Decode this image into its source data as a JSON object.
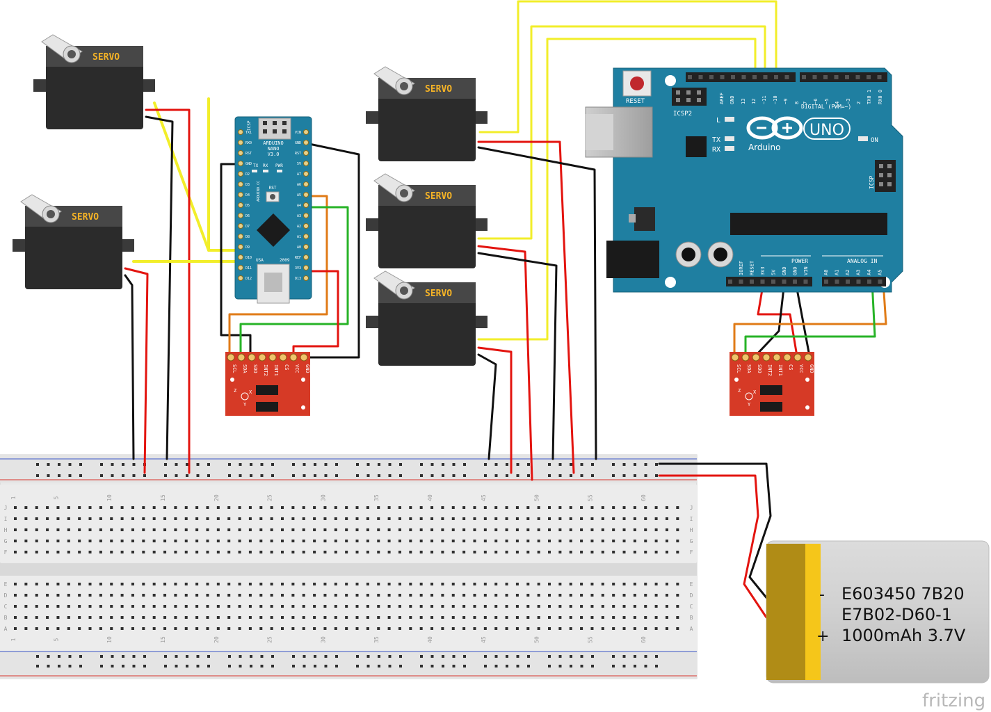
{
  "servo_label": "SERVO",
  "servos": [
    {
      "id": "servo-1"
    },
    {
      "id": "servo-2"
    },
    {
      "id": "servo-3"
    },
    {
      "id": "servo-4"
    },
    {
      "id": "servo-5"
    }
  ],
  "nano": {
    "name": "ARDUINO",
    "model": "NANO",
    "version": "V3.0",
    "icsp": "ICSP",
    "rst": "RST",
    "usa": "USA",
    "year": "2009",
    "brand": "ARDUINO.CC",
    "leds": [
      "TX",
      "RX",
      "PWR"
    ],
    "left_pins": [
      "TX1",
      "RX0",
      "RST",
      "GND",
      "D2",
      "D3",
      "D4",
      "D5",
      "D6",
      "D7",
      "D8",
      "D9",
      "D10",
      "D11",
      "D12"
    ],
    "right_pins": [
      "VIN",
      "GND",
      "RST",
      "5V",
      "A7",
      "A6",
      "A5",
      "A4",
      "A3",
      "A2",
      "A1",
      "A0",
      "REF",
      "3V3",
      "D13"
    ]
  },
  "uno": {
    "reset": "RESET",
    "icsp2": "ICSP2",
    "icsp": "ICSP",
    "logo_text": "UNO",
    "brand": "Arduino",
    "digital": "DIGITAL (PWM=~)",
    "on": "ON",
    "led_l": "L",
    "led_tx": "TX",
    "led_rx": "RX",
    "power": "POWER",
    "analog": "ANALOG IN",
    "top_pins": [
      "AREF",
      "GND",
      "13",
      "12",
      "~11",
      "~10",
      "~9",
      "8",
      "7",
      "~6",
      "~5",
      "4",
      "~3",
      "2",
      "TX0 1",
      "RX0 0"
    ],
    "power_pins": [
      "IOREF",
      "RESET",
      "3V3",
      "5V",
      "GND",
      "GND",
      "VIN"
    ],
    "analog_pins": [
      "A0",
      "A1",
      "A2",
      "A3",
      "A4",
      "A5"
    ]
  },
  "accel": {
    "pins": [
      "SCL",
      "SDA",
      "SDO",
      "INT2",
      "INT1",
      "CS",
      "VCC",
      "GND"
    ],
    "axes": [
      "Z",
      "X",
      "Y"
    ]
  },
  "breadboard": {
    "col_numbers": [
      "1",
      "5",
      "10",
      "15",
      "20",
      "25",
      "30",
      "35",
      "40",
      "45",
      "50",
      "55",
      "60"
    ],
    "rows_top": [
      "J",
      "I",
      "H",
      "G",
      "F"
    ],
    "rows_bottom": [
      "E",
      "D",
      "C",
      "B",
      "A"
    ]
  },
  "battery": {
    "line1": "E603450 7B20",
    "line2": "E7B02-D60-1",
    "line3": "1000mAh 3.7V",
    "minus": "-",
    "plus": "+"
  },
  "watermark": "fritzing",
  "colors": {
    "servo_body": "#2b2b2b",
    "servo_label": "#f5b326",
    "board_blue": "#1f7fa1",
    "accel_red": "#d63a26",
    "wire_yellow": "#f2ee2a",
    "wire_red": "#e3140f",
    "wire_black": "#111111",
    "wire_green": "#27b327",
    "wire_orange": "#e07b17",
    "battery_gold": "#c19a18"
  }
}
